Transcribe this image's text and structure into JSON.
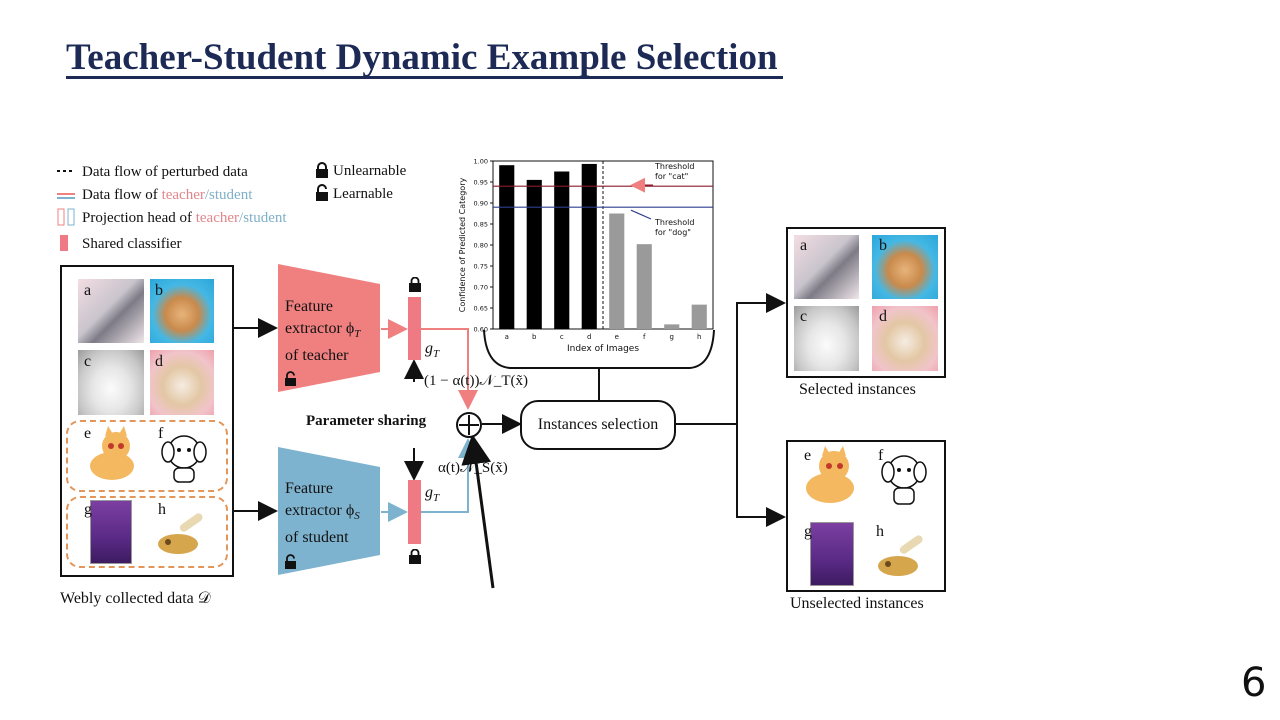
{
  "title": "Teacher-Student Dynamic Example Selection",
  "legend": {
    "perturbed": "Data flow of perturbed data",
    "flow_prefix": "Data flow of ",
    "teacher": "teacher",
    "slash": "/",
    "student": "student",
    "proj_prefix": "Projection head of ",
    "shared": "Shared classifier",
    "unlearnable": "Unlearnable",
    "learnable": "Learnable"
  },
  "webly": {
    "caption": "Webly collected data 𝒟",
    "letters": [
      "a",
      "b",
      "c",
      "d",
      "e",
      "f",
      "g",
      "h"
    ]
  },
  "teacher_extractor": {
    "line1": "Feature",
    "line2": "extractor ϕ",
    "sub": "T",
    "line3": "of teacher"
  },
  "student_extractor": {
    "line1": "Feature",
    "line2": "extractor ϕ",
    "sub": "S",
    "line3": "of student"
  },
  "head_label": "g",
  "head_sub": "T",
  "teacher_term": "(1 − α(t))𝒩_T(x̃)",
  "student_term": "α(t)𝒩_S(x̃)",
  "param_sharing": "Parameter sharing",
  "selection": "Instances selection",
  "selected_caption": "Selected instances",
  "unselected_caption": "Unselected instances",
  "selected_letters": [
    "a",
    "b",
    "c",
    "d"
  ],
  "unselected_letters": [
    "e",
    "f",
    "g",
    "h"
  ],
  "page_number": "6",
  "colors": {
    "teacher": "#f08080",
    "student": "#7eb3cf",
    "head": "#f07a84",
    "title": "#1c2a55",
    "cat_threshold": "#8b1a2b",
    "dog_threshold": "#2f3f8f"
  },
  "chart_data": {
    "type": "bar",
    "categories": [
      "a",
      "b",
      "c",
      "d",
      "e",
      "f",
      "g",
      "h"
    ],
    "values": [
      0.99,
      0.955,
      0.975,
      0.993,
      0.875,
      0.802,
      0.611,
      0.658
    ],
    "bar_colors": [
      "black",
      "black",
      "black",
      "black",
      "gray",
      "gray",
      "gray",
      "gray"
    ],
    "xlabel": "Index of Images",
    "ylabel": "Confidence of Predicted Category",
    "ylim": [
      0.6,
      1.0
    ],
    "yticks": [
      "0.60",
      "0.65",
      "0.70",
      "0.75",
      "0.80",
      "0.85",
      "0.90",
      "0.95",
      "1.00"
    ],
    "thresholds": [
      {
        "value": 0.94,
        "label_line1": "Threshold",
        "label_line2": "for \"cat\""
      },
      {
        "value": 0.89,
        "label_line1": "Threshold",
        "label_line2": "for \"dog\""
      }
    ],
    "grid": false
  }
}
